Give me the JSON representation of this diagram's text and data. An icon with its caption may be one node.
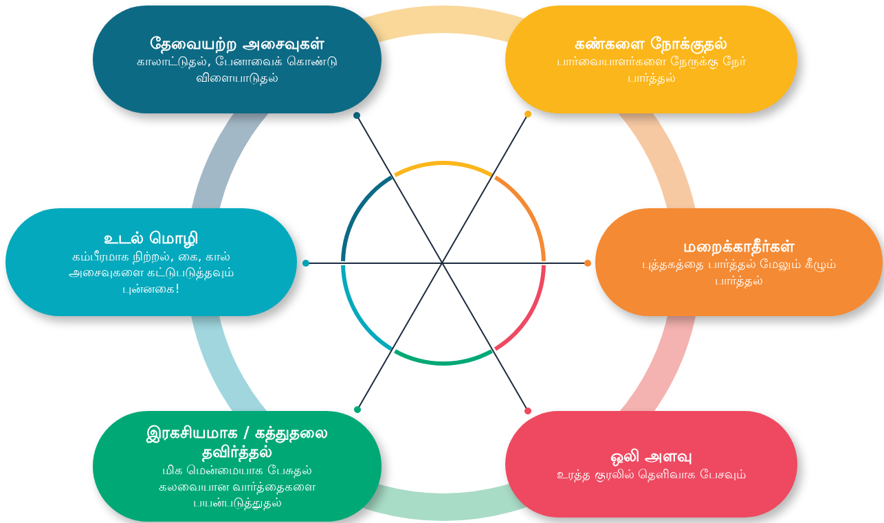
{
  "diagram": {
    "nodes": [
      {
        "text": [
          "தேவையற்ற அசைவுகள்",
          "காலாட்டுதல், பேனாவைக் கொண்டு விளையாடுதல்"
        ]
      },
      {
        "text": [
          "கண்களை நோக்குதல்",
          "பார்வையாளர்களை நேருக்கு நேர் பார்த்தல்"
        ]
      },
      {
        "text": [
          "உடல் மொழி",
          "கம்பீரமாக நிற்றல், கை, கால் அசைவுகளை கட்டுபடுத்தவும் புன்னகை!"
        ]
      },
      {
        "text": [
          "மறைக்காதீர்கள்",
          "புத்தகத்தை பார்த்தல் மேலும் கீழும் பார்த்தல்"
        ]
      },
      {
        "text": [
          "இரகசியமாக / கத்துதலை தவிர்த்தல்",
          "மிக மென்மையாக பேசுதல் கலவையான வார்த்தைகளை பயன்படுத்துதல்"
        ]
      },
      {
        "text": [
          "ஒலி அளவு",
          "உரத்த குரலில் தெளிவாக  பேசவும்"
        ]
      }
    ],
    "edges": [
      {
        "from": 0,
        "to": 5,
        "arrow": "other"
      },
      {
        "from": 1,
        "to": 4,
        "arrow": "other"
      },
      {
        "from": 2,
        "to": 3,
        "arrow": "other"
      }
    ]
  }
}
